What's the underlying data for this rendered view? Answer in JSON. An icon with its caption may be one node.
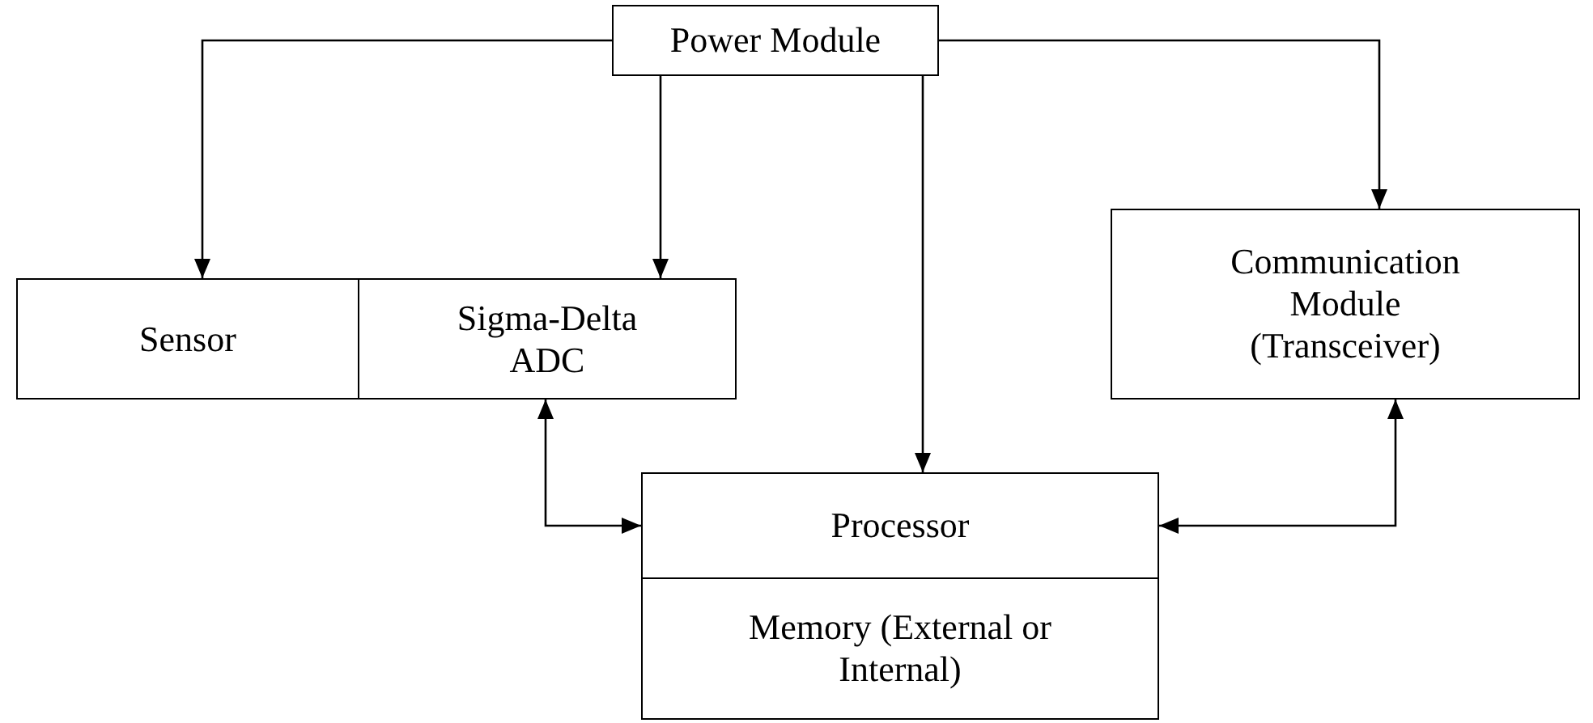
{
  "diagram": {
    "nodes": [
      {
        "text": [
          "Power Module"
        ]
      },
      {
        "text": [
          "Sensor"
        ]
      },
      {
        "text": [
          "Sigma-Delta ADC"
        ]
      },
      {
        "text": [
          "Communication Module (Transceiver)"
        ]
      },
      {
        "text": [
          "Processor"
        ]
      },
      {
        "text": [
          "Memory (External or Internal)"
        ]
      }
    ],
    "edges": [
      {
        "from": 0,
        "to": 1,
        "arrow": "to"
      },
      {
        "from": 0,
        "to": 2,
        "arrow": "to"
      },
      {
        "from": 0,
        "to": 4,
        "arrow": "to"
      },
      {
        "from": 0,
        "to": 3,
        "arrow": "to"
      },
      {
        "from": 2,
        "to": 4,
        "arrow": "both"
      },
      {
        "from": 3,
        "to": 4,
        "arrow": "both"
      }
    ]
  }
}
